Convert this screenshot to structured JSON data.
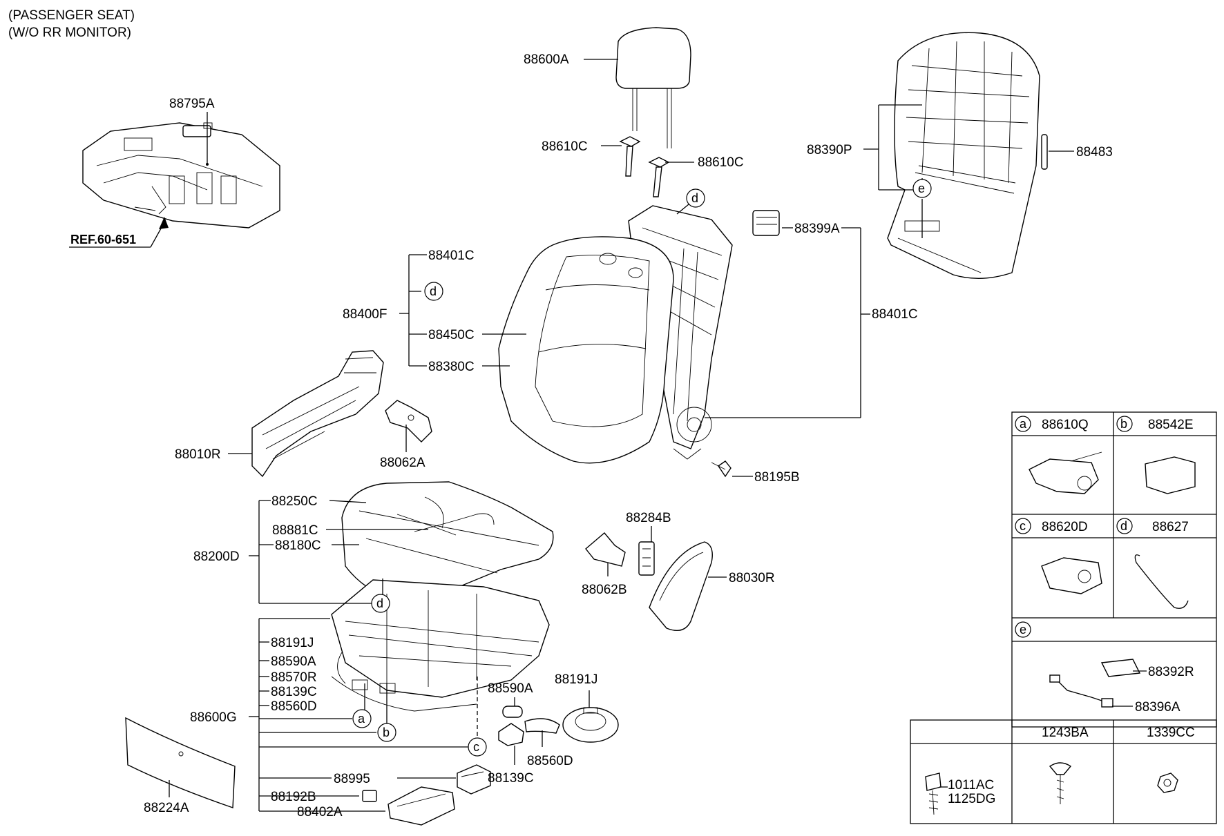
{
  "header": {
    "line1": "(PASSENGER SEAT)",
    "line2": "(W/O RR MONITOR)"
  },
  "ref_label": "REF.60-651",
  "callouts": {
    "a": "a",
    "b": "b",
    "c": "c",
    "d": "d",
    "e": "e"
  },
  "parts": {
    "p88600A": "88600A",
    "p88610C_left": "88610C",
    "p88610C_right": "88610C",
    "p88390P": "88390P",
    "p88483": "88483",
    "p88399A": "88399A",
    "p88401C_top": "88401C",
    "p88401C_right": "88401C",
    "p88400F": "88400F",
    "p88450C": "88450C",
    "p88380C": "88380C",
    "p88795A": "88795A",
    "p88010R": "88010R",
    "p88062A": "88062A",
    "p88195B": "88195B",
    "p88250C": "88250C",
    "p88881C": "88881C",
    "p88180C": "88180C",
    "p88200D": "88200D",
    "p88284B": "88284B",
    "p88062B": "88062B",
    "p88030R": "88030R",
    "p88191J_left": "88191J",
    "p88590A_left": "88590A",
    "p88570R": "88570R",
    "p88139C_left": "88139C",
    "p88560D_left": "88560D",
    "p88600G": "88600G",
    "p88590A_right": "88590A",
    "p88191J_right": "88191J",
    "p88560D_right": "88560D",
    "p88139C_right": "88139C",
    "p88995": "88995",
    "p88192B": "88192B",
    "p88402A": "88402A",
    "p88224A": "88224A"
  },
  "legend": {
    "a": {
      "letter": "a",
      "part": "88610Q"
    },
    "b": {
      "letter": "b",
      "part": "88542E"
    },
    "c": {
      "letter": "c",
      "part": "88620D"
    },
    "d": {
      "letter": "d",
      "part": "88627"
    },
    "e": {
      "letter": "e",
      "parts": [
        "88392R",
        "88396A"
      ]
    },
    "fasteners": {
      "col1": [
        "1011AC",
        "1125DG"
      ],
      "col2": "1243BA",
      "col3": "1339CC"
    }
  }
}
